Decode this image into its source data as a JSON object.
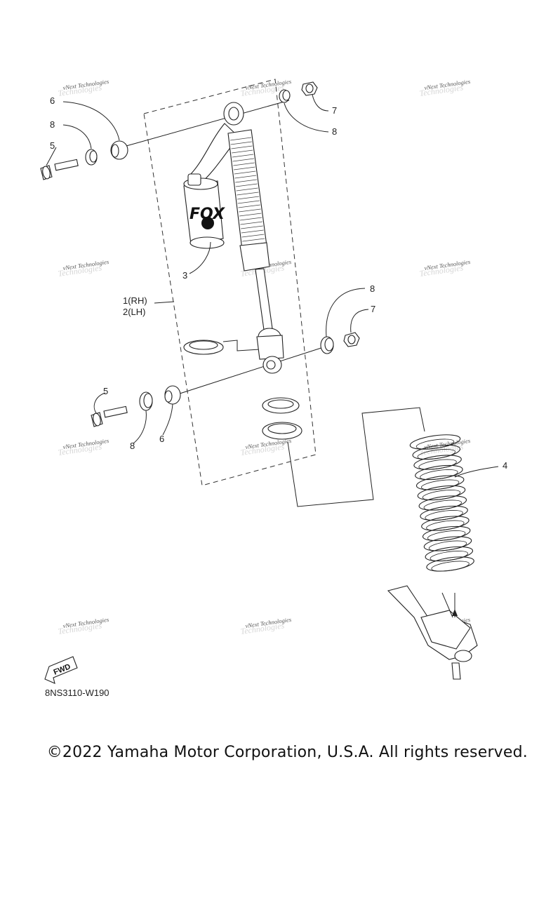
{
  "watermark_text": "vNext Technologies",
  "callouts": {
    "c5_top": "5",
    "c6_top": "6",
    "c8_top_left": "8",
    "c7_top_right": "7",
    "c8_top_right": "8",
    "c3": "3",
    "c1": "1(RH)",
    "c2": "2(LH)",
    "c8_mid_right": "8",
    "c7_mid_right": "7",
    "c5_bottom": "5",
    "c8_bottom": "8",
    "c6_bottom": "6",
    "c4": "4"
  },
  "fwd_label": "FWD",
  "brand_mark": "FOX",
  "diagram_code": "8NS3110-W190",
  "copyright": "©2022 Yamaha Motor Corporation, U.S.A. All rights reserved."
}
